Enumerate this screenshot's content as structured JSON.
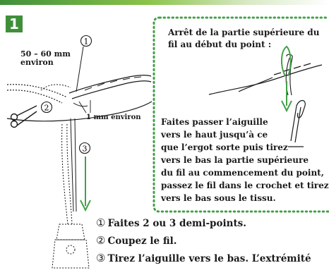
{
  "step_number": "1",
  "labels": {
    "length": "50 – 60 mm\nenviron",
    "gap": "1 mm environ",
    "markers": [
      "①",
      "②",
      "③"
    ]
  },
  "callout": {
    "title": "Arrêt de la partie supérieure du fil au début du point :",
    "lines": [
      "Faites passer l’aiguille",
      "vers le haut jusqu’à ce",
      "que l’ergot sorte puis tirez",
      "vers le bas la partie supérieure",
      "du fil au commencement du point,",
      "passez le fil dans le crochet et tirez-le",
      "vers le bas sous le tissu."
    ]
  },
  "steps": [
    {
      "marker": "①",
      "text": "Faites 2 ou 3 demi-points."
    },
    {
      "marker": "②",
      "text": "Coupez le fil."
    },
    {
      "marker": "③",
      "text": "Tirez l’aiguille vers le bas. L’extrémité"
    }
  ],
  "colors": {
    "accent": "#3f8f3a",
    "arrow": "#43a047",
    "ink": "#1a1a1a"
  }
}
